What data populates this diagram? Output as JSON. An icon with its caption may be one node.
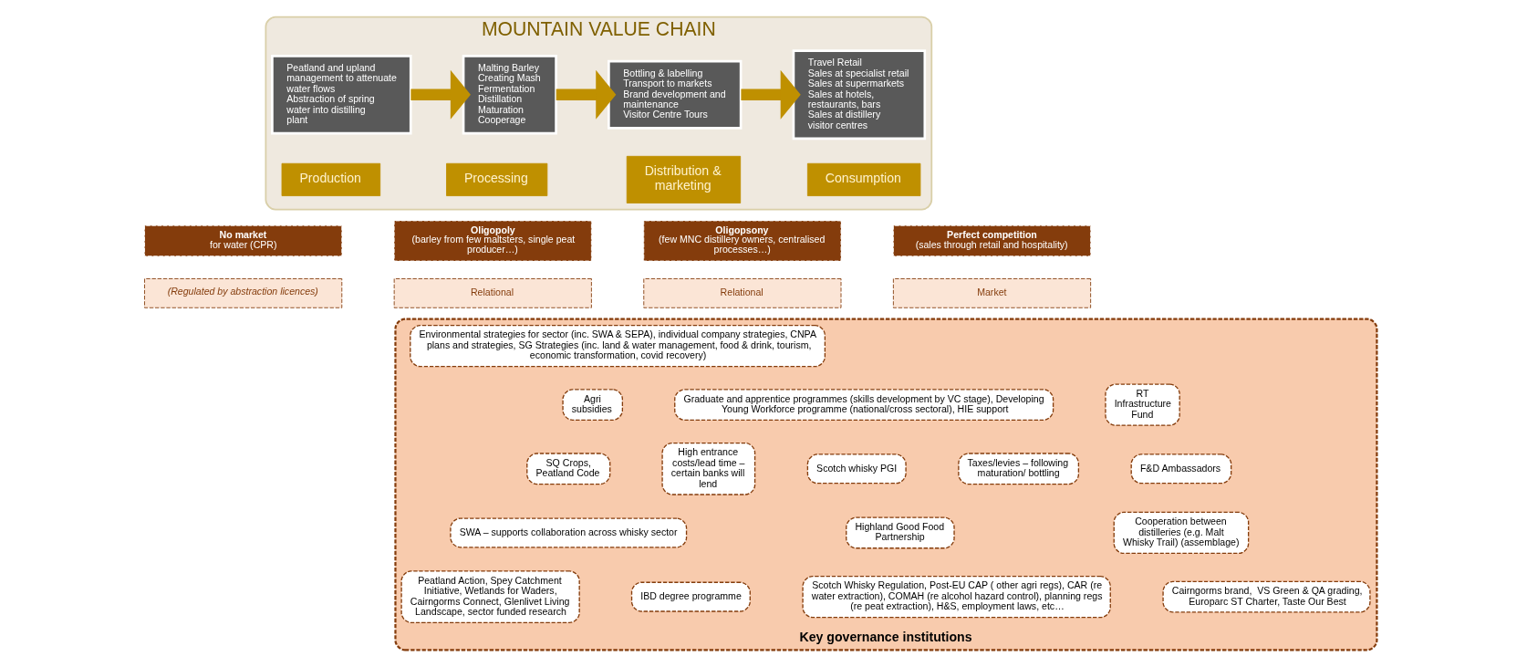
{
  "diagram": {
    "nodes": [
      {
        "text": [
          "MOUNTAIN VALUE CHAIN"
        ]
      },
      {
        "text": [
          "Peatland and upland management to attenuate water flows",
          "Abstraction of spring water into distilling plant"
        ],
        "in": 0
      },
      {
        "text": [
          "Production"
        ],
        "in": 0
      },
      {
        "text": [
          "Malting Barley",
          "Creating Mash",
          "Fermentation",
          "Distillation",
          "Maturation",
          "Cooperage"
        ],
        "in": 0
      },
      {
        "text": [
          "Processing"
        ],
        "in": 0
      },
      {
        "text": [
          "Bottling & labelling",
          "Transport to markets",
          "Brand development and maintenance",
          "Visitor Centre Tours"
        ],
        "in": 0
      },
      {
        "text": [
          "Distribution & marketing"
        ],
        "in": 0
      },
      {
        "text": [
          "Travel Retail",
          "Sales at specialist retail",
          "Sales at supermarkets",
          "Sales at hotels, restaurants, bars",
          "Sales at distillery visitor centres"
        ],
        "in": 0
      },
      {
        "text": [
          "Consumption"
        ],
        "in": 0
      },
      {
        "text": [
          "No market",
          "for water (CPR)"
        ]
      },
      {
        "text": [
          "(Regulated by abstraction licences)"
        ]
      },
      {
        "text": [
          "Oligopoly",
          "(barley from few maltsters, single peat producer…)"
        ]
      },
      {
        "text": [
          "Relational"
        ]
      },
      {
        "text": [
          "Oligopsony",
          "(few MNC distillery owners, centralised processes…)"
        ]
      },
      {
        "text": [
          "Relational"
        ]
      },
      {
        "text": [
          "Perfect competition",
          "(sales through retail and hospitality)"
        ]
      },
      {
        "text": [
          "Market"
        ]
      },
      {
        "text": [
          "Key governance institutions"
        ]
      },
      {
        "text": [
          "Environmental strategies for sector (inc. SWA & SEPA), individual company strategies, CNPA plans and strategies, SG Strategies (inc. land & water management, food & drink, tourism, economic transformation, covid recovery)"
        ],
        "in": 17
      },
      {
        "text": [
          "Agri subsidies"
        ],
        "in": 17
      },
      {
        "text": [
          "Graduate and apprentice programmes (skills development by VC stage), Developing Young Workforce programme (national/cross sectoral), HIE support"
        ],
        "in": 17
      },
      {
        "text": [
          "RT Infrastructure Fund"
        ],
        "in": 17
      },
      {
        "text": [
          "Scotch whisky PGI"
        ],
        "in": 17
      },
      {
        "text": [
          "SQ Crops, Peatland Code"
        ],
        "in": 17
      },
      {
        "text": [
          "High entrance costs/lead time – certain banks will lend"
        ],
        "in": 17
      },
      {
        "text": [
          "Taxes/levies – following maturation/ bottling"
        ],
        "in": 17
      },
      {
        "text": [
          "F&D Ambassadors"
        ],
        "in": 17
      },
      {
        "text": [
          "SWA – supports collaboration across whisky sector"
        ],
        "in": 17
      },
      {
        "text": [
          "Cooperation between distilleries (e.g. Malt Whisky Trail) (assemblage)"
        ],
        "in": 17
      },
      {
        "text": [
          "IBD degree programme"
        ],
        "in": 17
      },
      {
        "text": [
          "Highland Good Food Partnership"
        ],
        "in": 17
      },
      {
        "text": [
          "Peatland Action, Spey Catchment Initiative, Wetlands for Waders, Cairngorms Connect, Glenlivet Living Landscape, sector funded research"
        ],
        "in": 17
      },
      {
        "text": [
          "Scotch Whisky Regulation, Post-EU CAP ( other agri regs), CAR (re water extraction), COMAH (re alcohol hazard control), planning regs (re peat extraction), H&S, employment laws, etc…"
        ],
        "in": 17
      },
      {
        "text": [
          "Cairngorms brand,  VS Green & QA grading, Europarc ST Charter, Taste Our Best"
        ],
        "in": 17
      }
    ],
    "edges": [
      {
        "from": 1,
        "to": 3,
        "arrow": "to"
      },
      {
        "from": 3,
        "to": 5,
        "arrow": "to"
      },
      {
        "from": 5,
        "to": 7,
        "arrow": "to"
      }
    ]
  }
}
